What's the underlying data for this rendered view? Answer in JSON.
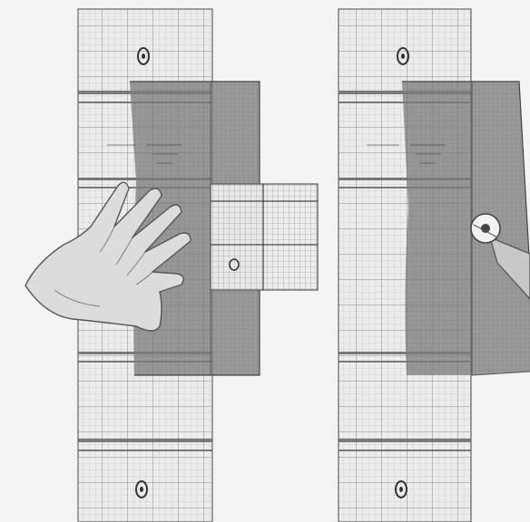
{
  "illustration": {
    "panels": [
      {
        "name": "left-panel",
        "objects": [
          "long-quilting-ruler",
          "folded-fabric-panel",
          "small-square-ruler",
          "hand-icon"
        ]
      },
      {
        "name": "right-panel",
        "objects": [
          "long-quilting-ruler",
          "folded-fabric-panel",
          "rotary-cutter-icon"
        ]
      }
    ]
  },
  "colors": {
    "background": "#f4f4f4",
    "ruler_fill": "#ececec",
    "ruler_grid": "#8a8a8a",
    "fabric": "#7a7a7a",
    "outline": "#555555",
    "hand": "#dcdcdc",
    "cutter_handle": "#c8c8c8",
    "cutter_blade": "#f2f2f2"
  }
}
